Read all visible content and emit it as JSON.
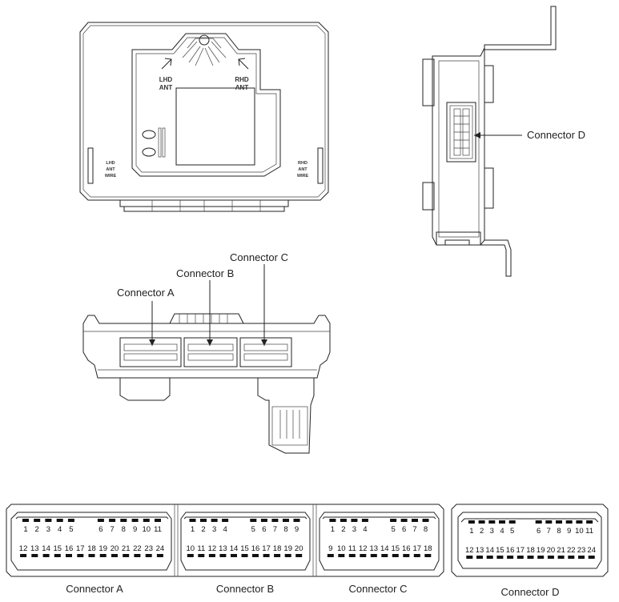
{
  "top_view": {
    "lhd_ant": [
      "LHD",
      "ANT"
    ],
    "rhd_ant": [
      "RHD",
      "ANT"
    ],
    "lhd_ant_wire": [
      "LHD",
      "ANT",
      "WIRE"
    ],
    "rhd_ant_wire": [
      "RHD",
      "ANT",
      "WIRE"
    ]
  },
  "callouts": {
    "connector_d": "Connector D",
    "connector_a": "Connector A",
    "connector_b": "Connector B",
    "connector_c": "Connector C"
  },
  "pinouts": [
    {
      "id": "a",
      "label": "Connector A",
      "top": [
        "1",
        "2",
        "3",
        "4",
        "5",
        "6",
        "7",
        "8",
        "9",
        "10",
        "11"
      ],
      "bottom": [
        "12",
        "13",
        "14",
        "15",
        "16",
        "17",
        "18",
        "19",
        "20",
        "21",
        "22",
        "23",
        "24"
      ]
    },
    {
      "id": "b",
      "label": "Connector B",
      "top": [
        "1",
        "2",
        "3",
        "4",
        "5",
        "6",
        "7",
        "8",
        "9"
      ],
      "bottom": [
        "10",
        "11",
        "12",
        "13",
        "14",
        "15",
        "16",
        "17",
        "18",
        "19",
        "20"
      ]
    },
    {
      "id": "c",
      "label": "Connector C",
      "top": [
        "1",
        "2",
        "3",
        "4",
        "5",
        "6",
        "7",
        "8"
      ],
      "bottom": [
        "9",
        "10",
        "11",
        "12",
        "13",
        "14",
        "15",
        "16",
        "17",
        "18"
      ]
    },
    {
      "id": "d",
      "label": "Connector D",
      "top": [
        "1",
        "2",
        "3",
        "4",
        "5",
        "6",
        "7",
        "8",
        "9",
        "10",
        "11"
      ],
      "bottom": [
        "12",
        "13",
        "14",
        "15",
        "16",
        "17",
        "18",
        "19",
        "20",
        "21",
        "22",
        "23",
        "24"
      ]
    }
  ]
}
